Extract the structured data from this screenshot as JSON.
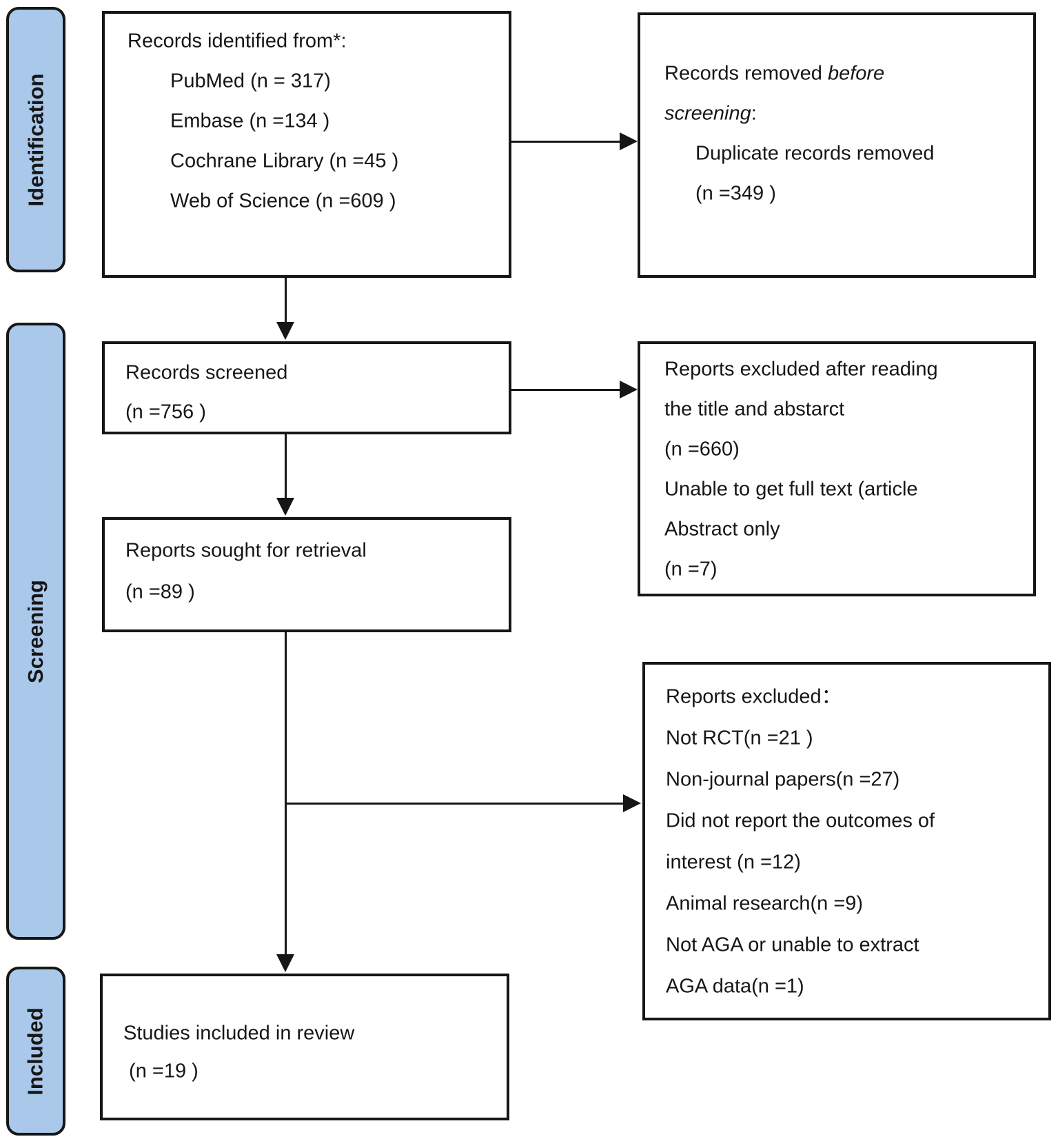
{
  "colors": {
    "pill_fill": "#a9c8ea",
    "line_color": "#161616",
    "background": "#ffffff"
  },
  "stages": [
    {
      "label": "Identification"
    },
    {
      "label": "Screening"
    },
    {
      "label": "Included"
    }
  ],
  "boxes": {
    "records_identified": {
      "title": "Records identified from*:",
      "items": [
        "PubMed (n = 317)",
        "Embase (n =134 )",
        "Cochrane Library (n =45 )",
        "Web of Science (n =609 )"
      ]
    },
    "records_removed": {
      "line1_normal": "Records removed ",
      "line1_italic": "before",
      "line2_italic": "screening",
      "line2_normal": ":",
      "items": [
        "Duplicate records removed",
        "(n =349 )"
      ]
    },
    "records_screened": {
      "lines": [
        "Records screened",
        "(n =756 )"
      ]
    },
    "reports_excluded_after_reading": {
      "lines": [
        "Reports excluded after reading",
        "the title and abstarct",
        "(n =660)",
        "Unable to get full text (article",
        "Abstract only",
        "(n =7)"
      ]
    },
    "reports_sought": {
      "lines": [
        "Reports sought for retrieval",
        "(n =89 )"
      ]
    },
    "reports_excluded": {
      "lines": [
        "Reports excluded：",
        "Not RCT(n =21 )",
        "Non-journal papers(n =27)",
        "Did not report the outcomes of",
        "interest (n =12)",
        "Animal research(n =9)",
        "Not AGA or unable to extract",
        "AGA data(n =1)"
      ]
    },
    "studies_included": {
      "lines": [
        "Studies included in review",
        " (n =19 )"
      ]
    }
  }
}
